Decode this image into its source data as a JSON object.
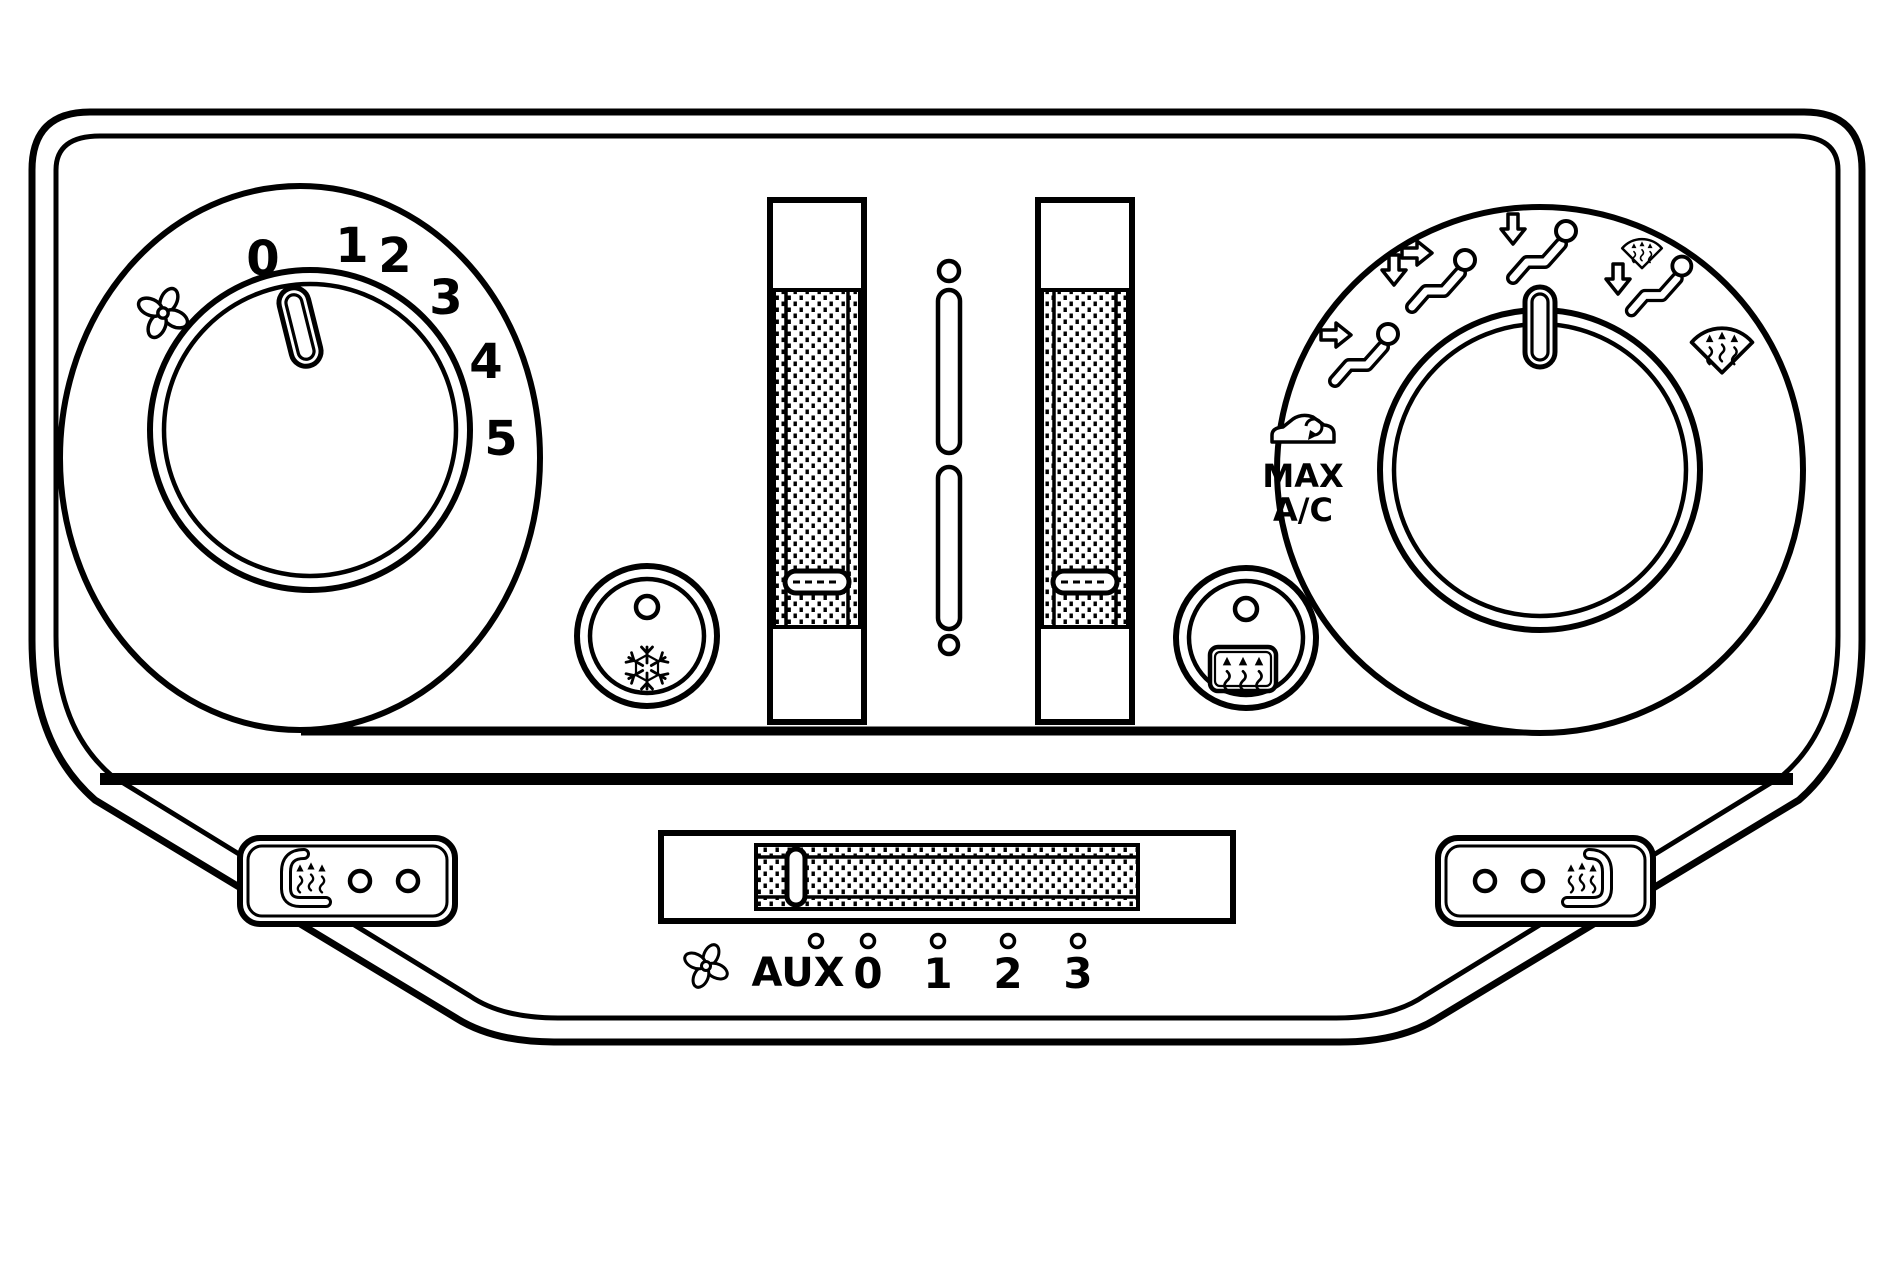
{
  "colors": {
    "ink": "#000000",
    "paper": "#ffffff"
  },
  "fan_knob": {
    "name": "fan-speed-knob",
    "labels": [
      "0",
      "1",
      "2",
      "3",
      "4",
      "5"
    ],
    "icon": "fan-icon"
  },
  "mode_knob": {
    "name": "air-distribution-knob",
    "icons": [
      "vent-face-icon",
      "bilevel-icon",
      "floor-icon",
      "floor-defrost-icon",
      "windshield-defrost-icon",
      "recirculation-icon"
    ],
    "max_ac_label": [
      "MAX",
      "A/C"
    ]
  },
  "ac_button": {
    "icon": "snowflake-icon"
  },
  "rear_defrost_button": {
    "icon": "rear-defrost-icon"
  },
  "temp_sliders": {
    "left": "temp-slider-left",
    "right": "temp-slider-right"
  },
  "bottom_row": {
    "fan_icon": "fan-icon",
    "aux_label": "AUX",
    "scale_labels": [
      "0",
      "1",
      "2",
      "3"
    ],
    "seat_heaters": [
      "seat-heater-left-button",
      "seat-heater-right-button"
    ]
  }
}
